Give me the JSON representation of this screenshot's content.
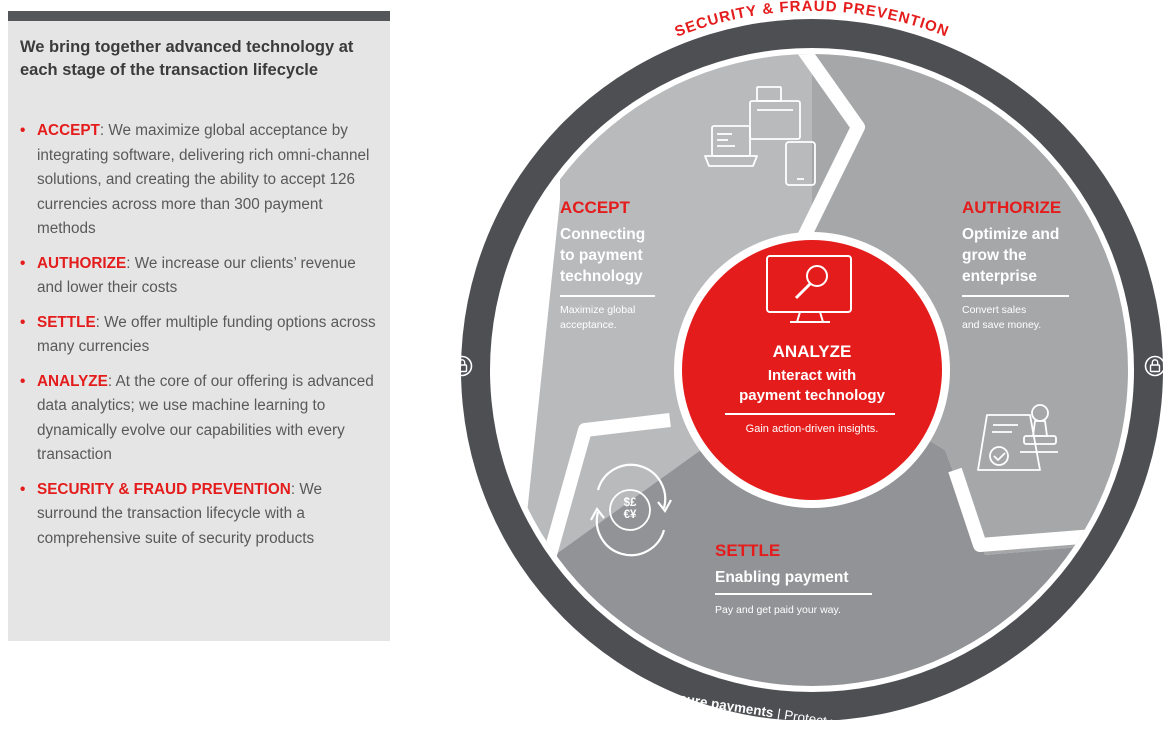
{
  "left_panel": {
    "heading": "We bring together advanced technology at each stage of the transaction lifecycle",
    "bullets": [
      {
        "term": "ACCEPT",
        "sep": ": ",
        "text": "We maximize global acceptance by integrating software, delivering rich omni-channel solutions, and creating the ability to accept 126 currencies across more than 300 payment methods"
      },
      {
        "term": "AUTHORIZE",
        "sep": ": ",
        "text": "We increase our clients’ revenue and lower their costs"
      },
      {
        "term": "SETTLE",
        "sep": ": ",
        "text": "We offer multiple funding options across many currencies"
      },
      {
        "term": "ANALYZE",
        "sep": ": ",
        "text": "At the core of our offering is advanced data analytics; we use machine learning to dynamically evolve our capabilities with every transaction"
      },
      {
        "term": "SECURITY & FRAUD PREVENTION",
        "sep": ": ",
        "text": "We surround the transaction lifecycle with a comprehensive suite of security products"
      }
    ]
  },
  "diagram": {
    "ring_top_text": "SECURITY & FRAUD PREVENTION",
    "ring_bottom_bold": "Secure payments",
    "ring_bottom_sep": "|",
    "ring_bottom_rest": "Protect your revenue.",
    "accept": {
      "title": "ACCEPT",
      "subtitle_1": "Connecting",
      "subtitle_2": "to payment",
      "subtitle_3": "technology",
      "detail_1": "Maximize global",
      "detail_2": "acceptance."
    },
    "authorize": {
      "title": "AUTHORIZE",
      "subtitle_1": "Optimize and",
      "subtitle_2": "grow the",
      "subtitle_3": "enterprise",
      "detail_1": "Convert sales",
      "detail_2": "and save money."
    },
    "settle": {
      "title": "SETTLE",
      "subtitle": "Enabling payment",
      "detail": "Pay and get paid your way."
    },
    "analyze": {
      "title": "ANALYZE",
      "subtitle_1": "Interact with",
      "subtitle_2": "payment technology",
      "detail": "Gain action-driven insights."
    },
    "currency_symbols_top": "$£",
    "currency_symbols_bottom": "€¥"
  },
  "icons": [
    "lock-icon",
    "pos-terminal-icon",
    "monitor-search-icon",
    "stamp-document-icon",
    "currency-exchange-icon"
  ],
  "colors": {
    "accent_red": "#e41c1c",
    "ring_dark": "#4d4f53",
    "segment_light": "#b9babc",
    "segment_mid": "#a6a7a9",
    "segment_dark": "#929396",
    "panel_bg": "#e6e5e5"
  }
}
